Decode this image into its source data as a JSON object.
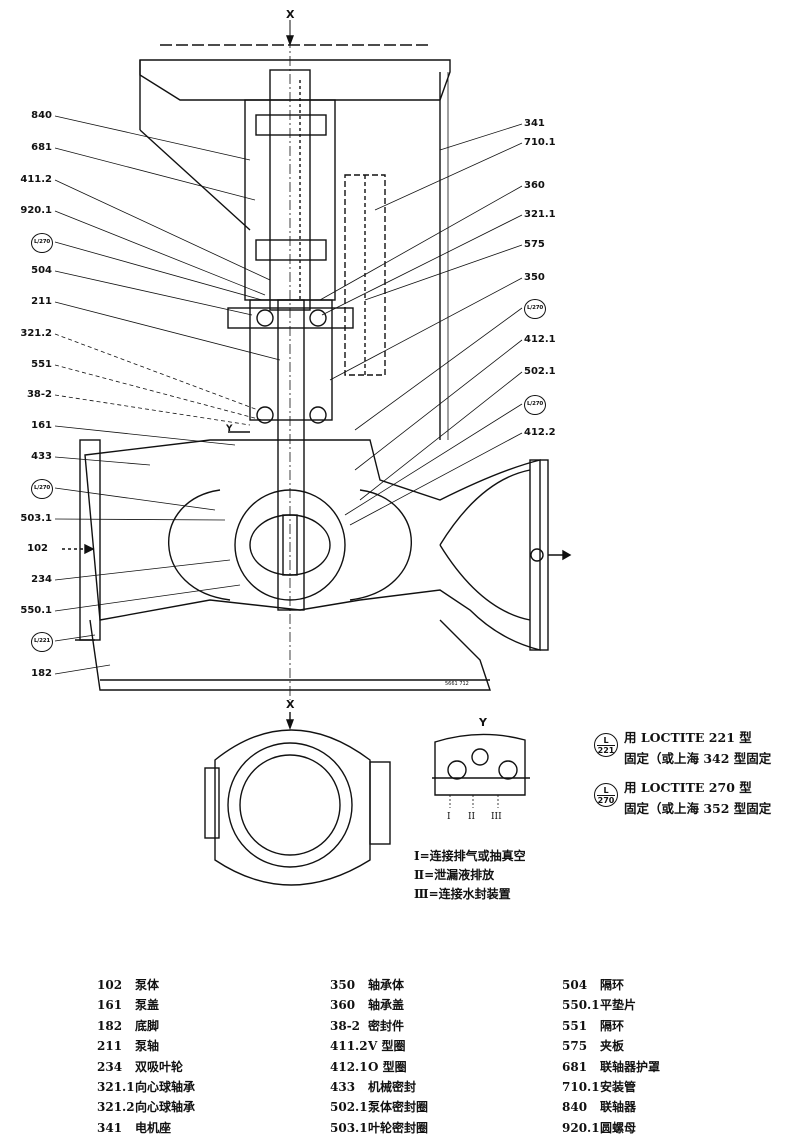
{
  "axis_labels": {
    "x_top": "X",
    "x_bottom": "X",
    "y_section": "Y",
    "y_detail": "Y"
  },
  "left_callouts": [
    "840",
    "681",
    "411.2",
    "920.1",
    "L/270",
    "504",
    "211",
    "321.2",
    "551",
    "38-2",
    "161",
    "433",
    "L/270",
    "503.1",
    "102",
    "234",
    "550.1",
    "L/221",
    "182"
  ],
  "right_callouts": [
    "341",
    "710.1",
    "360",
    "321.1",
    "575",
    "350",
    "L/270",
    "412.1",
    "502.1",
    "L/270",
    "412.2"
  ],
  "symbol": {
    "top": "L",
    "n221": "221",
    "n270": "270"
  },
  "drawing_number": "5661 712",
  "detail_y": {
    "ports": [
      "I",
      "II",
      "III"
    ]
  },
  "loctite": [
    {
      "symbol_number": "221",
      "line1": "用 LOCTITE 221 型",
      "line2": "固定（或上海 342 型固定"
    },
    {
      "symbol_number": "270",
      "line1": "用 LOCTITE 270 型",
      "line2": "固定（或上海 352 型固定"
    }
  ],
  "port_notes": [
    "Ⅰ=连接排气或抽真空",
    "Ⅱ=泄漏液排放",
    "Ⅲ=连接水封装置"
  ],
  "parts": [
    [
      {
        "no": "102",
        "name": "泵体"
      },
      {
        "no": "161",
        "name": "泵盖"
      },
      {
        "no": "182",
        "name": "底脚"
      },
      {
        "no": "211",
        "name": "泵轴"
      },
      {
        "no": "234",
        "name": "双吸叶轮"
      },
      {
        "no": "321.1",
        "name": "向心球轴承"
      },
      {
        "no": "321.2",
        "name": "向心球轴承"
      },
      {
        "no": "341",
        "name": "电机座"
      }
    ],
    [
      {
        "no": "350",
        "name": "轴承体"
      },
      {
        "no": "360",
        "name": "轴承盖"
      },
      {
        "no": "38-2",
        "name": "密封件"
      },
      {
        "no": "411.2",
        "name": "V 型圈"
      },
      {
        "no": "412.1",
        "name": "O 型圈"
      },
      {
        "no": "433",
        "name": "机械密封"
      },
      {
        "no": "502.1",
        "name": "泵体密封圈"
      },
      {
        "no": "503.1",
        "name": "叶轮密封圈"
      }
    ],
    [
      {
        "no": "504",
        "name": "隔环"
      },
      {
        "no": "550.1",
        "name": "平垫片"
      },
      {
        "no": "551",
        "name": "隔环"
      },
      {
        "no": "575",
        "name": "夹板"
      },
      {
        "no": "681",
        "name": "联轴器护罩"
      },
      {
        "no": "710.1",
        "name": "安装管"
      },
      {
        "no": "840",
        "name": "联轴器"
      },
      {
        "no": "920.1",
        "name": "圆螺母"
      }
    ]
  ]
}
